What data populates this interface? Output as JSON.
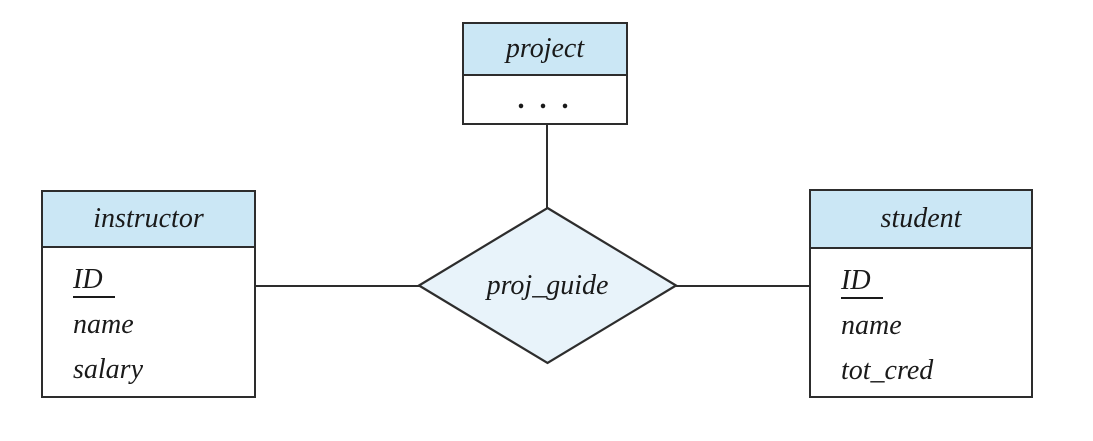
{
  "colors": {
    "background": "#ffffff",
    "entity_header_fill": "#cbe7f5",
    "relationship_fill": "#e8f3fa",
    "line": "#2d2d2d",
    "text": "#1a1a1a"
  },
  "entities": {
    "project": {
      "name": "project",
      "body_placeholder": ". . ."
    },
    "instructor": {
      "name": "instructor",
      "key_attribute": "ID",
      "attributes": [
        "name",
        "salary"
      ]
    },
    "student": {
      "name": "student",
      "key_attribute": "ID",
      "attributes": [
        "name",
        "tot_cred"
      ]
    }
  },
  "relationship": {
    "name": "proj_guide"
  }
}
